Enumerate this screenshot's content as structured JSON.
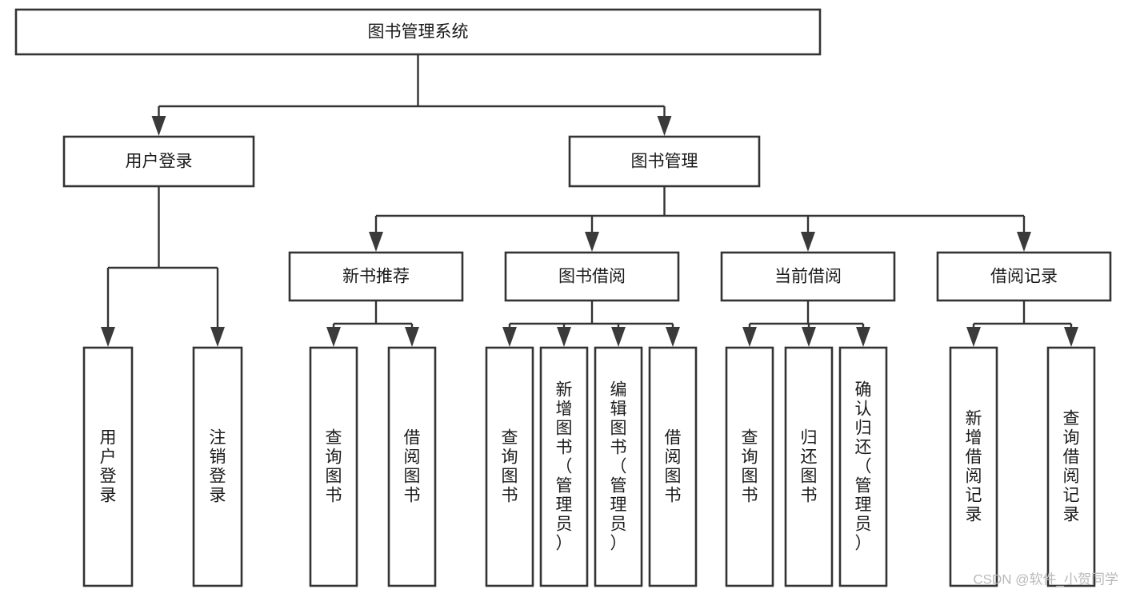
{
  "diagram": {
    "type": "tree-hierarchy",
    "title": "图书管理系统",
    "orientation": "top-down",
    "colors": {
      "box_stroke": "#333333",
      "box_fill": "#ffffff",
      "arrow_fill": "#3a3a3a",
      "text": "#1a1a1a",
      "background": "#ffffff",
      "watermark": "#b9b9b9"
    },
    "levels": [
      {
        "level": 1,
        "nodes": [
          {
            "id": "root",
            "label": "图书管理系统",
            "orientation": "horizontal"
          }
        ]
      },
      {
        "level": 2,
        "nodes": [
          {
            "id": "login",
            "label": "用户登录",
            "orientation": "horizontal",
            "parent": "root"
          },
          {
            "id": "bookmgmt",
            "label": "图书管理",
            "orientation": "horizontal",
            "parent": "root"
          }
        ]
      },
      {
        "level": 3,
        "nodes": [
          {
            "id": "newbook",
            "label": "新书推荐",
            "orientation": "horizontal",
            "parent": "bookmgmt"
          },
          {
            "id": "borrow",
            "label": "图书借阅",
            "orientation": "horizontal",
            "parent": "bookmgmt"
          },
          {
            "id": "current",
            "label": "当前借阅",
            "orientation": "horizontal",
            "parent": "bookmgmt"
          },
          {
            "id": "records",
            "label": "借阅记录",
            "orientation": "horizontal",
            "parent": "bookmgmt"
          }
        ]
      },
      {
        "level": 4,
        "nodes": [
          {
            "id": "leaf-user-login",
            "label": "用户登录",
            "orientation": "vertical",
            "parent": "login"
          },
          {
            "id": "leaf-user-logout",
            "label": "注销登录",
            "orientation": "vertical",
            "parent": "login"
          },
          {
            "id": "leaf-query-book-1",
            "label": "查询图书",
            "orientation": "vertical",
            "parent": "newbook"
          },
          {
            "id": "leaf-borrow-book-1",
            "label": "借阅图书",
            "orientation": "vertical",
            "parent": "newbook"
          },
          {
            "id": "leaf-query-book-2",
            "label": "查询图书",
            "orientation": "vertical",
            "parent": "borrow"
          },
          {
            "id": "leaf-add-book",
            "label": "新增图书（管理员）",
            "orientation": "vertical",
            "parent": "borrow"
          },
          {
            "id": "leaf-edit-book",
            "label": "编辑图书（管理员）",
            "orientation": "vertical",
            "parent": "borrow"
          },
          {
            "id": "leaf-borrow-book-2",
            "label": "借阅图书",
            "orientation": "vertical",
            "parent": "borrow"
          },
          {
            "id": "leaf-query-book-3",
            "label": "查询图书",
            "orientation": "vertical",
            "parent": "current"
          },
          {
            "id": "leaf-return-book",
            "label": "归还图书",
            "orientation": "vertical",
            "parent": "current"
          },
          {
            "id": "leaf-confirm-return",
            "label": "确认归还（管理员）",
            "orientation": "vertical",
            "parent": "current"
          },
          {
            "id": "leaf-add-record",
            "label": "新增借阅记录",
            "orientation": "vertical",
            "parent": "records"
          },
          {
            "id": "leaf-query-record",
            "label": "查询借阅记录",
            "orientation": "vertical",
            "parent": "records"
          }
        ]
      }
    ]
  },
  "watermark": {
    "label": "CSDN @软件_小贺同学"
  }
}
